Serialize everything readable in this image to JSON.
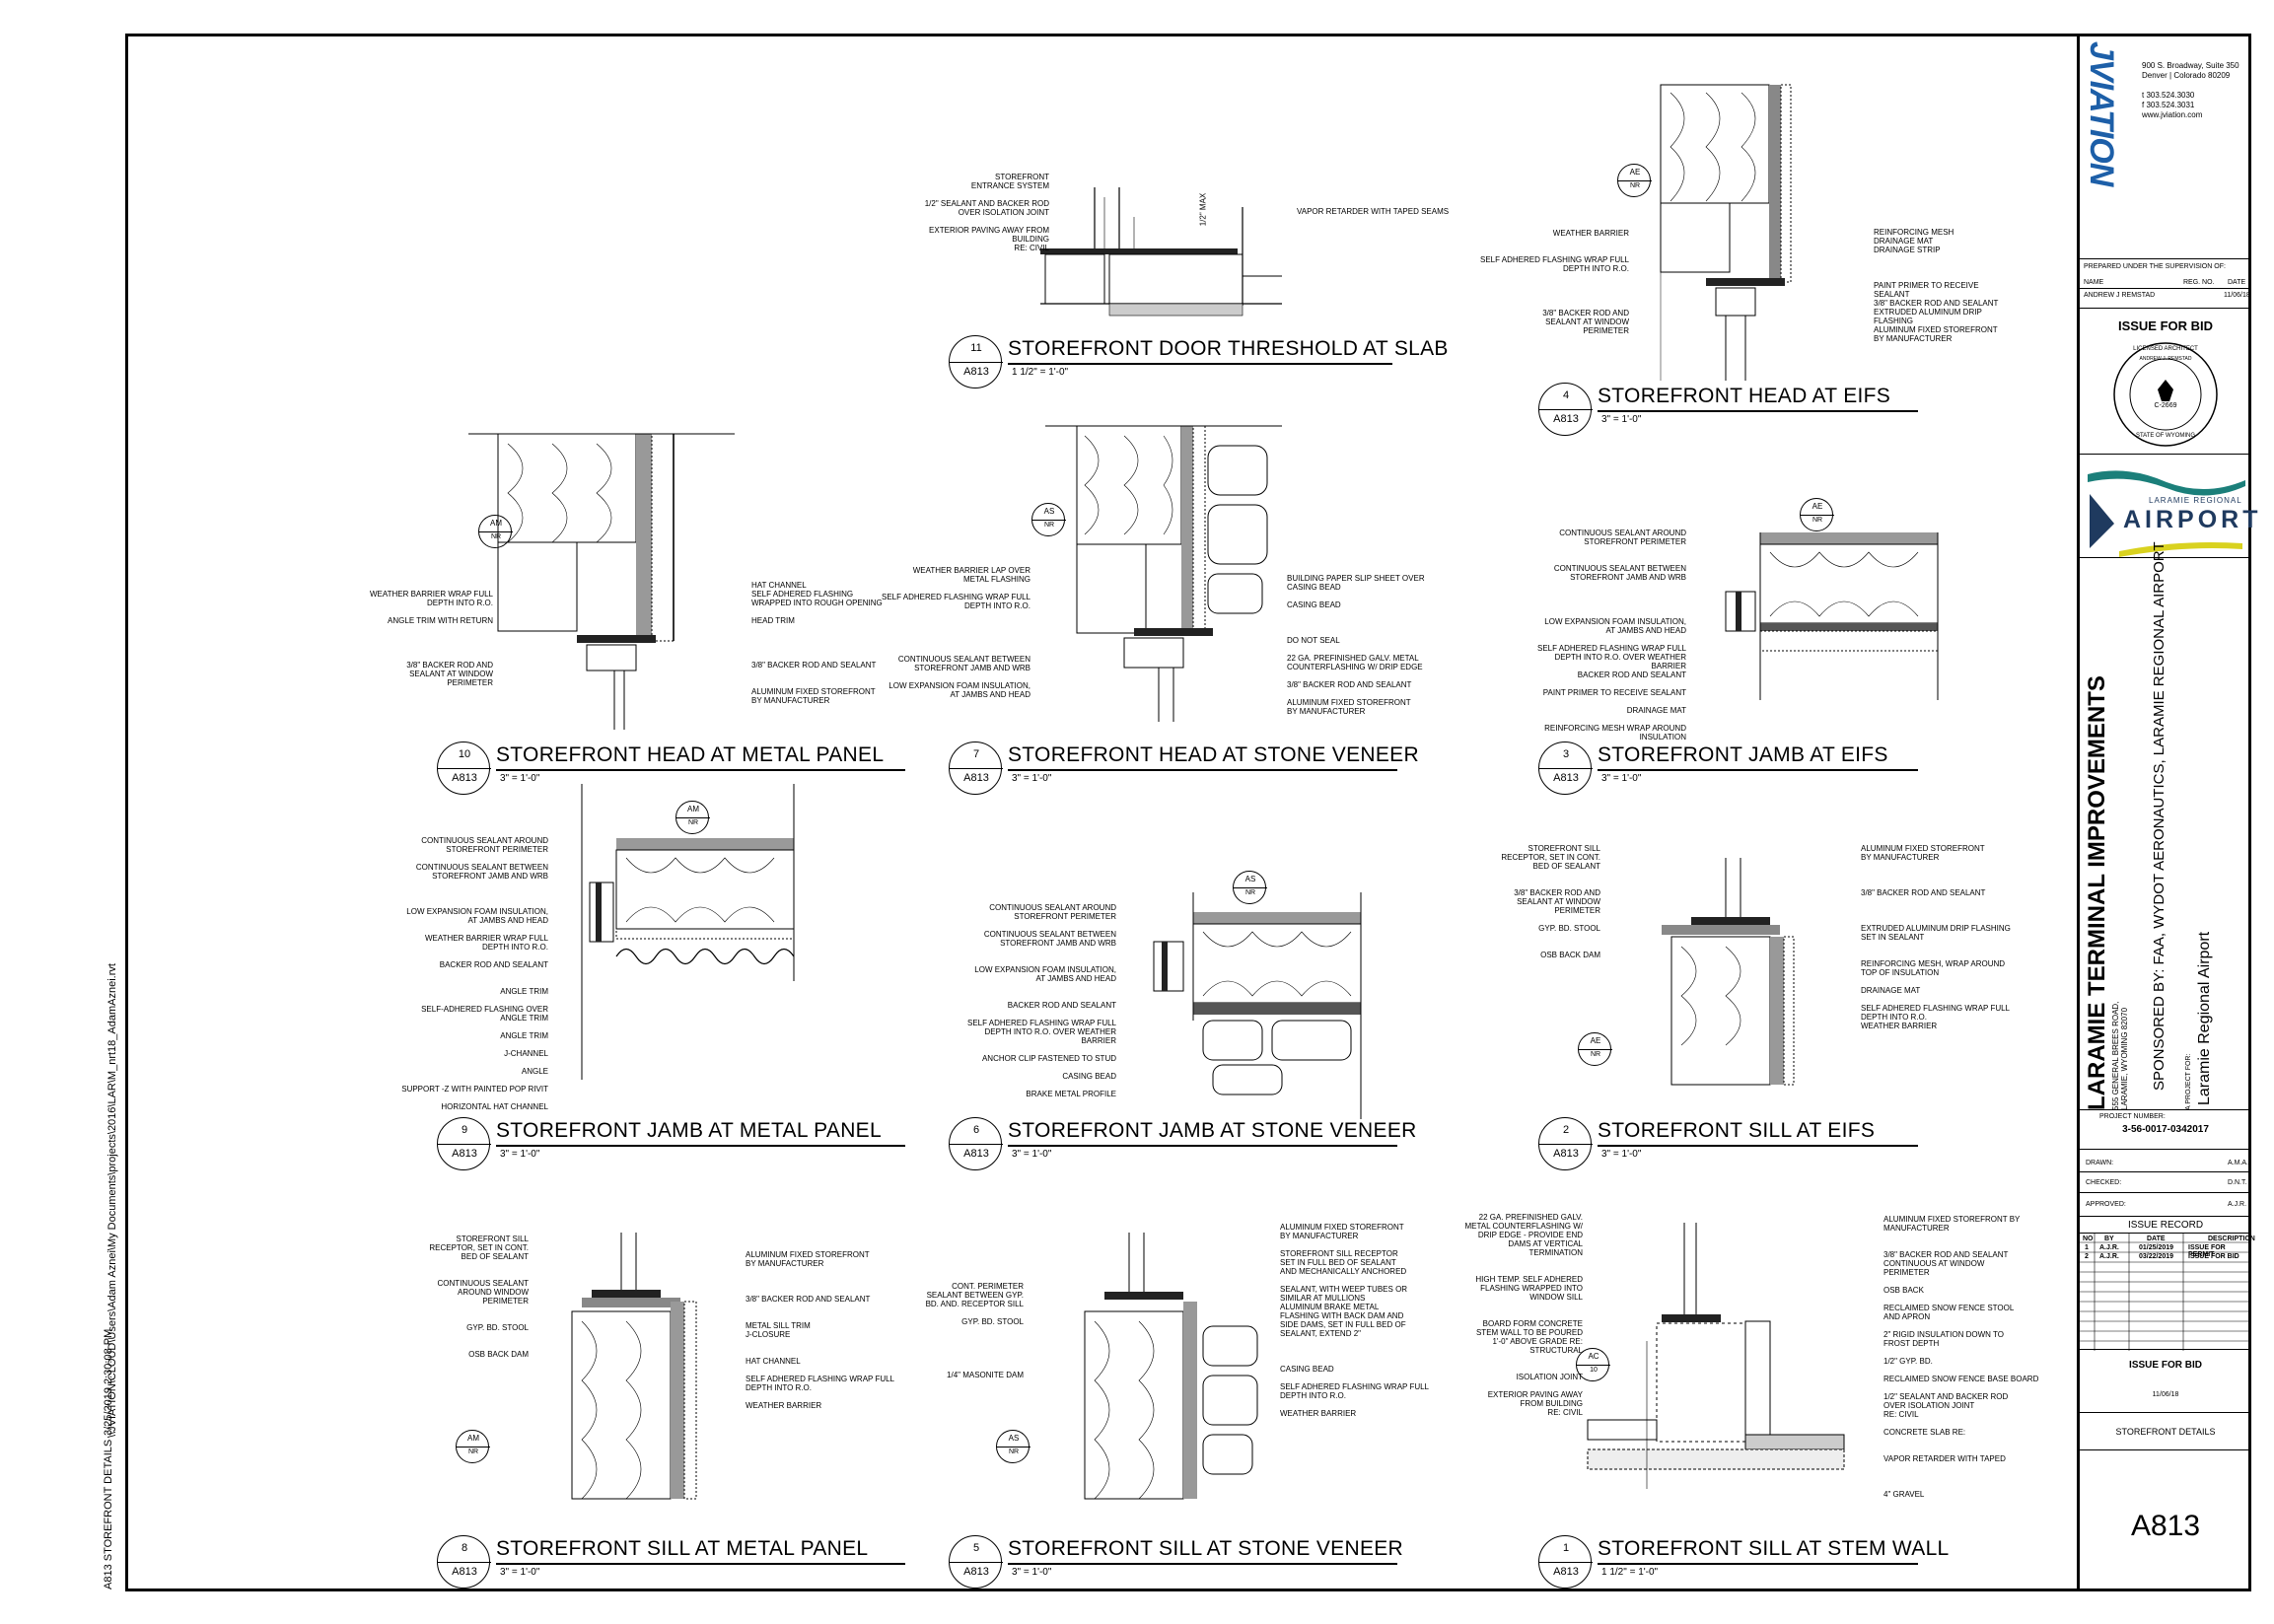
{
  "side": {
    "path": "\\\\JVIATION\\CLOUD\\Users\\Adam Aznei\\My Documents\\projects\\2016\\LAR\\M_nrt18_AdamAznei.rvt",
    "datetime": "3/25/2019 2:30:08 PM",
    "sheet_label": "A813 STOREFRONT DETAILS"
  },
  "details": [
    {
      "num": "11",
      "sheet": "A813",
      "title": "STOREFRONT DOOR THRESHOLD AT SLAB",
      "scale": "1 1/2\" = 1'-0\""
    },
    {
      "num": "4",
      "sheet": "A813",
      "title": "STOREFRONT HEAD AT EIFS",
      "scale": "3\" = 1'-0\""
    },
    {
      "num": "10",
      "sheet": "A813",
      "title": "STOREFRONT HEAD AT METAL PANEL",
      "scale": "3\" = 1'-0\""
    },
    {
      "num": "7",
      "sheet": "A813",
      "title": "STOREFRONT HEAD AT STONE VENEER",
      "scale": "3\" = 1'-0\""
    },
    {
      "num": "3",
      "sheet": "A813",
      "title": "STOREFRONT JAMB AT EIFS",
      "scale": "3\" = 1'-0\""
    },
    {
      "num": "9",
      "sheet": "A813",
      "title": "STOREFRONT JAMB AT METAL PANEL",
      "scale": "3\" = 1'-0\""
    },
    {
      "num": "6",
      "sheet": "A813",
      "title": "STOREFRONT JAMB AT STONE VENEER",
      "scale": "3\" = 1'-0\""
    },
    {
      "num": "2",
      "sheet": "A813",
      "title": "STOREFRONT SILL AT EIFS",
      "scale": "3\" = 1'-0\""
    },
    {
      "num": "8",
      "sheet": "A813",
      "title": "STOREFRONT SILL AT METAL PANEL",
      "scale": "3\" = 1'-0\""
    },
    {
      "num": "5",
      "sheet": "A813",
      "title": "STOREFRONT SILL AT STONE VENEER",
      "scale": "3\" = 1'-0\""
    },
    {
      "num": "1",
      "sheet": "A813",
      "title": "STOREFRONT SILL AT STEM WALL",
      "scale": "1 1/2\" = 1'-0\""
    }
  ],
  "notes": {
    "d11_left": "STOREFRONT\nENTRANCE SYSTEM\n\n1/2\" SEALANT AND BACKER ROD\nOVER ISOLATION JOINT\n\nEXTERIOR PAVING AWAY FROM\nBUILDING\nRE: CIVIL",
    "d11_right": "VAPOR RETARDER WITH TAPED SEAMS",
    "d11_dim": "1/2\" MAX",
    "d4_left": "WEATHER BARRIER\n\n\nSELF ADHERED FLASHING WRAP FULL\nDEPTH INTO R.O.\n\n\n\n\n3/8\" BACKER ROD AND\nSEALANT AT WINDOW\nPERIMETER",
    "d4_right": "REINFORCING MESH\nDRAINAGE MAT\nDRAINAGE STRIP\n\n\n\nPAINT PRIMER TO RECEIVE\nSEALANT\n3/8\" BACKER ROD AND SEALANT\nEXTRUDED ALUMINUM DRIP\nFLASHING\nALUMINUM FIXED STOREFRONT\nBY MANUFACTURER",
    "d10_left": "WEATHER BARRIER WRAP FULL\nDEPTH INTO R.O.\n\nANGLE TRIM WITH RETURN\n\n\n\n\n3/8\" BACKER ROD AND\nSEALANT AT WINDOW\nPERIMETER",
    "d10_right": "HAT CHANNEL\nSELF ADHERED FLASHING\nWRAPPED INTO ROUGH OPENING\n\nHEAD TRIM\n\n\n\n\n3/8\" BACKER ROD AND SEALANT\n\n\nALUMINUM FIXED STOREFRONT\nBY MANUFACTURER",
    "d7_left": "WEATHER BARRIER LAP OVER\nMETAL FLASHING\n\nSELF ADHERED FLASHING WRAP FULL\nDEPTH INTO R.O.\n\n\n\n\n\nCONTINUOUS SEALANT BETWEEN\nSTOREFRONT JAMB AND WRB\n\nLOW EXPANSION FOAM INSULATION,\nAT JAMBS AND HEAD",
    "d7_right": "BUILDING PAPER SLIP SHEET OVER\nCASING BEAD\n\nCASING BEAD\n\n\n\nDO NOT SEAL\n\n22 GA. PREFINISHED GALV. METAL\nCOUNTERFLASHING W/ DRIP EDGE\n\n3/8\" BACKER ROD AND SEALANT\n\nALUMINUM FIXED STOREFRONT\nBY MANUFACTURER",
    "d3_left": "CONTINUOUS SEALANT AROUND\nSTOREFRONT PERIMETER\n\n\nCONTINUOUS SEALANT BETWEEN\nSTOREFRONT JAMB AND WRB\n\n\n\n\nLOW EXPANSION FOAM INSULATION,\nAT JAMBS AND HEAD\n\nSELF ADHERED FLASHING WRAP FULL\nDEPTH INTO R.O. OVER WEATHER\nBARRIER\nBACKER ROD AND SEALANT\n\nPAINT PRIMER TO RECEIVE SEALANT\n\nDRAINAGE MAT\n\nREINFORCING MESH WRAP AROUND\nINSULATION",
    "d9_left": "CONTINUOUS SEALANT AROUND\nSTOREFRONT PERIMETER\n\nCONTINUOUS SEALANT BETWEEN\nSTOREFRONT JAMB AND WRB\n\n\n\nLOW EXPANSION FOAM INSULATION,\nAT JAMBS AND HEAD\n\nWEATHER BARRIER WRAP FULL\nDEPTH INTO R.O.\n\nBACKER ROD AND SEALANT\n\n\nANGLE TRIM\n\nSELF-ADHERED FLASHING OVER\nANGLE TRIM\n\nANGLE TRIM\n\nJ-CHANNEL\n\nANGLE\n\nSUPPORT -Z WITH PAINTED POP RIVIT\n\nHORIZONTAL HAT CHANNEL",
    "d6_left": "CONTINUOUS SEALANT AROUND\nSTOREFRONT PERIMETER\n\nCONTINUOUS SEALANT BETWEEN\nSTOREFRONT JAMB AND WRB\n\n\nLOW EXPANSION FOAM INSULATION,\nAT JAMBS AND HEAD\n\n\nBACKER ROD AND SEALANT\n\nSELF ADHERED FLASHING WRAP FULL\nDEPTH INTO R.O. OVER WEATHER\nBARRIER\n\nANCHOR CLIP FASTENED TO STUD\n\nCASING BEAD\n\nBRAKE METAL PROFILE",
    "d2_left": "STOREFRONT SILL\nRECEPTOR, SET IN CONT.\nBED OF SEALANT\n\n\n3/8\" BACKER ROD AND\nSEALANT AT WINDOW\nPERIMETER\n\nGYP. BD. STOOL\n\n\nOSB BACK DAM",
    "d2_right": "ALUMINUM FIXED STOREFRONT\nBY MANUFACTURER\n\n\n\n3/8\" BACKER ROD AND SEALANT\n\n\n\nEXTRUDED ALUMINUM DRIP FLASHING\nSET IN SEALANT\n\n\nREINFORCING MESH, WRAP AROUND\nTOP OF INSULATION\n\nDRAINAGE MAT\n\nSELF ADHERED FLASHING WRAP FULL\nDEPTH INTO R.O.\nWEATHER BARRIER",
    "d8_left": "STOREFRONT SILL\nRECEPTOR, SET IN CONT.\nBED OF SEALANT\n\n\nCONTINUOUS SEALANT\nAROUND WINDOW\nPERIMETER\n\n\nGYP. BD. STOOL\n\n\nOSB BACK DAM",
    "d8_right": "ALUMINUM FIXED STOREFRONT\nBY MANUFACTURER\n\n\n\n3/8\" BACKER ROD AND SEALANT\n\n\nMETAL SILL TRIM\nJ-CLOSURE\n\n\nHAT CHANNEL\n\nSELF ADHERED FLASHING WRAP FULL\nDEPTH INTO R.O.\n\nWEATHER BARRIER",
    "d5_left": "CONT. PERIMETER\nSEALANT BETWEEN GYP.\nBD. AND. RECEPTOR SILL\n\nGYP. BD. STOOL\n\n\n\n\n\n1/4\" MASONITE DAM",
    "d5_right": "ALUMINUM FIXED STOREFRONT\nBY MANUFACTURER\n\nSTOREFRONT SILL RECEPTOR\nSET IN FULL BED OF SEALANT\nAND MECHANICALLY ANCHORED\n\nSEALANT, WITH WEEP TUBES OR\nSIMILAR AT MULLIONS\nALUMINUM BRAKE METAL\nFLASHING WITH BACK DAM AND\nSIDE DAMS, SET IN FULL BED OF\nSEALANT, EXTEND 2\"\n\n\n\nCASING BEAD\n\nSELF ADHERED FLASHING WRAP FULL\nDEPTH INTO R.O.\n\nWEATHER BARRIER",
    "d1_left": "22 GA. PREFINISHED GALV.\nMETAL COUNTERFLASHING W/\nDRIP EDGE - PROVIDE END\nDAMS AT VERTICAL\nTERMINATION\n\n\nHIGH TEMP. SELF ADHERED\nFLASHING WRAPPED INTO\nWINDOW SILL\n\n\nBOARD FORM CONCRETE\nSTEM WALL TO BE POURED\n1'-0\" ABOVE GRADE RE:\nSTRUCTURAL\n\n\nISOLATION JOINT\n\nEXTERIOR PAVING AWAY\nFROM BUILDING\nRE: CIVIL",
    "d1_right": "ALUMINUM FIXED STOREFRONT BY\nMANUFACTURER\n\n\n3/8\" BACKER ROD AND SEALANT\nCONTINUOUS AT WINDOW\nPERIMETER\n\nOSB BACK\n\nRECLAIMED SNOW FENCE STOOL\nAND APRON\n\n2\" RIGID INSULATION DOWN TO\nFROST DEPTH\n\n1/2\" GYP. BD.\n\nRECLAIMED SNOW FENCE BASE BOARD\n\n1/2\" SEALANT AND BACKER ROD\nOVER ISOLATION JOINT\nRE: CIVIL\n\nCONCRETE SLAB RE:\n\n\nVAPOR RETARDER WITH TAPED\n\n\n\n4\" GRAVEL"
  },
  "tags": {
    "ae": "AE",
    "am": "AM",
    "as": "AS",
    "ac": "AC",
    "nr": "NR",
    "six": "6",
    "ten": "10"
  },
  "titleblock": {
    "logo": "JVIATION",
    "address": "900 S. Broadway, Suite 350\nDenver | Colorado 80209\n\nt 303.524.3030\nf 303.524.3031\nwww.jviation.com",
    "prepared": "PREPARED UNDER THE SUPERVISION OF:",
    "name_h": "NAME",
    "reg_h": "REG. NO.",
    "date_h": "DATE",
    "engineer": "ANDREW J REMSTAD",
    "engineer_date": "11/06/18",
    "issue_top": "ISSUE FOR BID",
    "seal_outer": "LICENSED ARCHITECT",
    "seal_name": "ANDREW J. REMSTAD",
    "seal_no": "C-2669",
    "seal_state": "STATE OF WYOMING",
    "airport_small": "LARAMIE REGIONAL",
    "airport_big": "AIRPORT",
    "project_title": "LARAMIE TERMINAL IMPROVEMENTS",
    "project_addr1": "555 GENERAL BREES ROAD,",
    "project_addr2": "LARAMIE, WYOMING 82070",
    "sponsor": "SPONSORED BY: FAA, WYDOT AERONAUTICS, LARAMIE REGIONAL AIRPORT",
    "project_for": "A PROJECT FOR:",
    "client": "Laramie Regional Airport",
    "project_number_label": "PROJECT NUMBER:",
    "project_number": "3-56-0017-0342017",
    "drawn_l": "DRAWN:",
    "drawn_v": "A.M.A.",
    "checked_l": "CHECKED:",
    "checked_v": "D.N.T.",
    "approved_l": "APPROVED:",
    "approved_v": "A.J.R.",
    "issue_record": "ISSUE RECORD",
    "ir_headers": [
      "NO",
      "BY",
      "DATE",
      "DESCRIPTION"
    ],
    "ir_rows": [
      [
        "1",
        "A.J.R.",
        "01/25/2019",
        "ISSUE FOR PERMIT"
      ],
      [
        "2",
        "A.J.R.",
        "03/22/2019",
        "ISSUE FOR BID"
      ]
    ],
    "issue_bottom": "ISSUE FOR BID",
    "issue_bottom_date": "11/06/18",
    "sheet_title": "STOREFRONT DETAILS",
    "sheet_number": "A813"
  },
  "colors": {
    "logo_blue": "#1d5fa8",
    "airport_teal": "#1b7f7a",
    "airport_navy": "#1f3a5f",
    "airport_yellow": "#d9d21f"
  }
}
